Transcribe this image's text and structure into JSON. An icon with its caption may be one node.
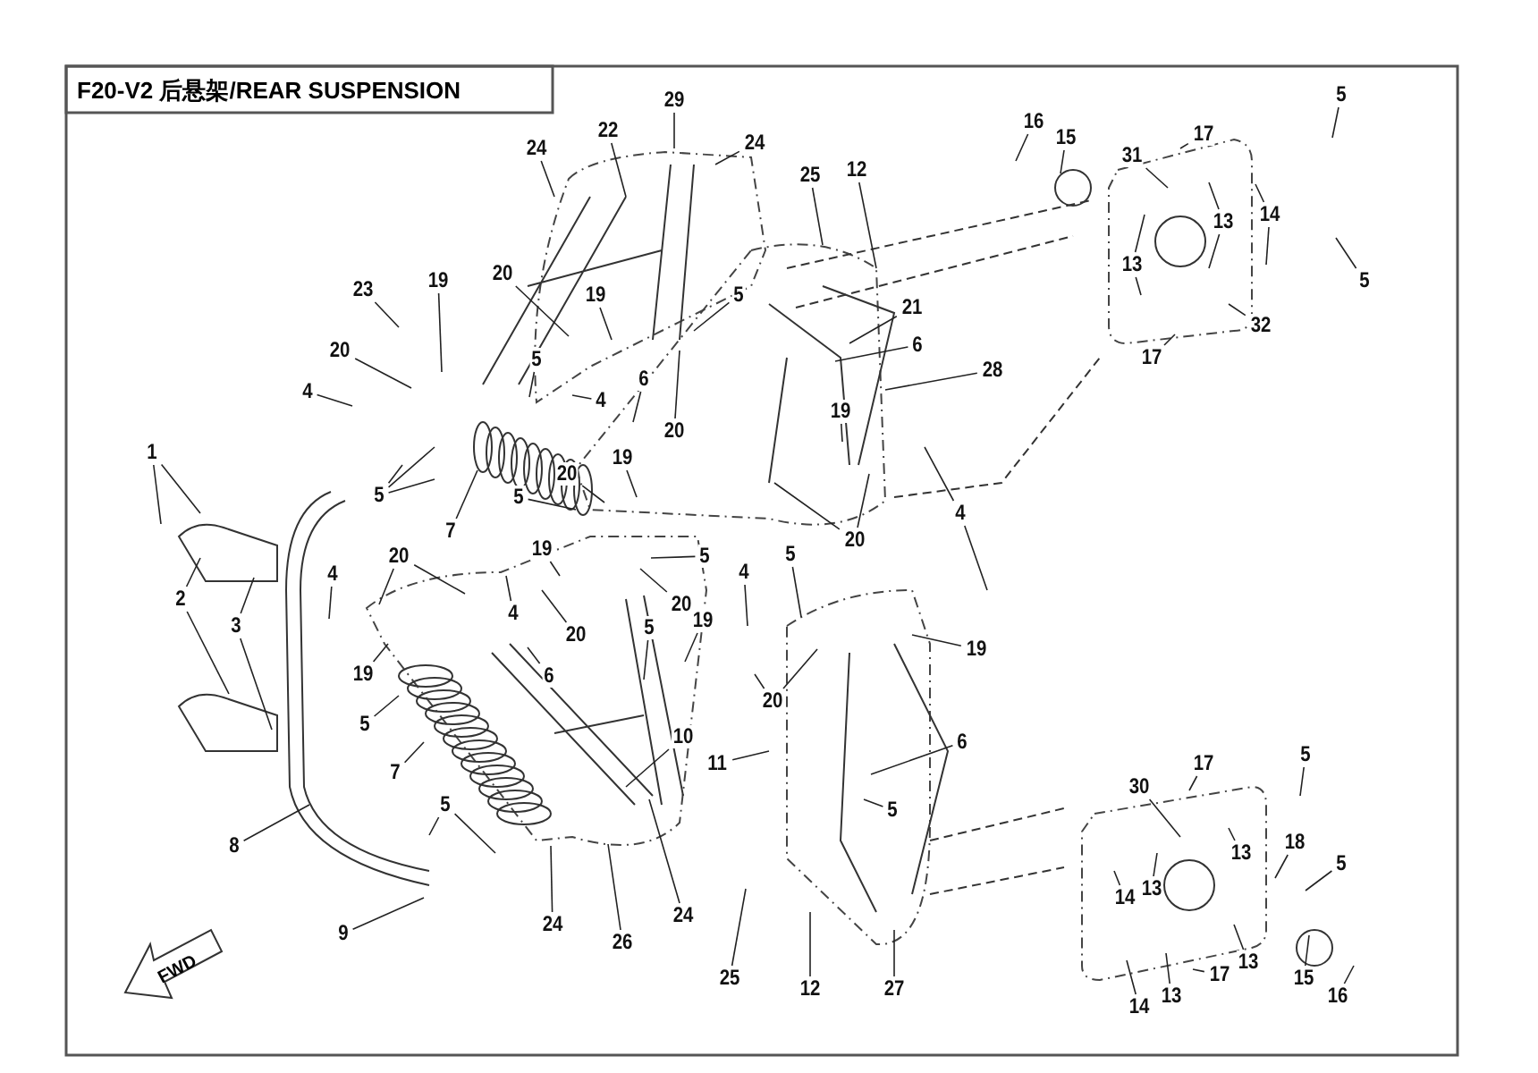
{
  "diagram": {
    "title": "F20-V2 后悬架/REAR SUSPENSION",
    "nodes": [
      {
        "text": [
          "29"
        ]
      },
      {
        "text": [
          "22"
        ]
      },
      {
        "text": [
          "24"
        ]
      },
      {
        "text": [
          "24"
        ]
      },
      {
        "text": [
          "25"
        ]
      },
      {
        "text": [
          "12"
        ]
      },
      {
        "text": [
          "16"
        ]
      },
      {
        "text": [
          "15"
        ]
      },
      {
        "text": [
          "31"
        ]
      },
      {
        "text": [
          "17"
        ]
      },
      {
        "text": [
          "5"
        ]
      },
      {
        "text": [
          "14"
        ]
      },
      {
        "text": [
          "13"
        ]
      },
      {
        "text": [
          "13"
        ]
      },
      {
        "text": [
          "5"
        ]
      },
      {
        "text": [
          "32"
        ]
      },
      {
        "text": [
          "17"
        ]
      },
      {
        "text": [
          "23"
        ]
      },
      {
        "text": [
          "19"
        ]
      },
      {
        "text": [
          "20"
        ]
      },
      {
        "text": [
          "19"
        ]
      },
      {
        "text": [
          "5"
        ]
      },
      {
        "text": [
          "21"
        ]
      },
      {
        "text": [
          "6"
        ]
      },
      {
        "text": [
          "20"
        ]
      },
      {
        "text": [
          "5"
        ]
      },
      {
        "text": [
          "4"
        ]
      },
      {
        "text": [
          "4"
        ]
      },
      {
        "text": [
          "6"
        ]
      },
      {
        "text": [
          "28"
        ]
      },
      {
        "text": [
          "20"
        ]
      },
      {
        "text": [
          "19"
        ]
      },
      {
        "text": [
          "1"
        ]
      },
      {
        "text": [
          "19"
        ]
      },
      {
        "text": [
          "20"
        ]
      },
      {
        "text": [
          "5"
        ]
      },
      {
        "text": [
          "5"
        ]
      },
      {
        "text": [
          "4"
        ]
      },
      {
        "text": [
          "7"
        ]
      },
      {
        "text": [
          "19"
        ]
      },
      {
        "text": [
          "20"
        ]
      },
      {
        "text": [
          "2"
        ]
      },
      {
        "text": [
          "3"
        ]
      },
      {
        "text": [
          "20"
        ]
      },
      {
        "text": [
          "5"
        ]
      },
      {
        "text": [
          "5"
        ]
      },
      {
        "text": [
          "4"
        ]
      },
      {
        "text": [
          "4"
        ]
      },
      {
        "text": [
          "20"
        ]
      },
      {
        "text": [
          "20"
        ]
      },
      {
        "text": [
          "4"
        ]
      },
      {
        "text": [
          "5"
        ]
      },
      {
        "text": [
          "19"
        ]
      },
      {
        "text": [
          "20"
        ]
      },
      {
        "text": [
          "19"
        ]
      },
      {
        "text": [
          "19"
        ]
      },
      {
        "text": [
          "6"
        ]
      },
      {
        "text": [
          "5"
        ]
      },
      {
        "text": [
          "10"
        ]
      },
      {
        "text": [
          "6"
        ]
      },
      {
        "text": [
          "11"
        ]
      },
      {
        "text": [
          "7"
        ]
      },
      {
        "text": [
          "17"
        ]
      },
      {
        "text": [
          "30"
        ]
      },
      {
        "text": [
          "5"
        ]
      },
      {
        "text": [
          "5"
        ]
      },
      {
        "text": [
          "5"
        ]
      },
      {
        "text": [
          "18"
        ]
      },
      {
        "text": [
          "8"
        ]
      },
      {
        "text": [
          "13"
        ]
      },
      {
        "text": [
          "5"
        ]
      },
      {
        "text": [
          "13"
        ]
      },
      {
        "text": [
          "14"
        ]
      },
      {
        "text": [
          "24"
        ]
      },
      {
        "text": [
          "24"
        ]
      },
      {
        "text": [
          "9"
        ]
      },
      {
        "text": [
          "26"
        ]
      },
      {
        "text": [
          "13"
        ]
      },
      {
        "text": [
          "17"
        ]
      },
      {
        "text": [
          "25"
        ]
      },
      {
        "text": [
          "15"
        ]
      },
      {
        "text": [
          "12"
        ]
      },
      {
        "text": [
          "27"
        ]
      },
      {
        "text": [
          "13"
        ]
      },
      {
        "text": [
          "16"
        ]
      },
      {
        "text": [
          "14"
        ]
      }
    ],
    "edges": [
      {
        "from": 0,
        "to": null,
        "arrow": "none"
      },
      {
        "from": 1,
        "to": null,
        "arrow": "none"
      },
      {
        "from": 2,
        "to": null,
        "arrow": "none"
      },
      {
        "from": 3,
        "to": null,
        "arrow": "none"
      },
      {
        "from": 4,
        "to": null,
        "arrow": "none"
      },
      {
        "from": 5,
        "to": null,
        "arrow": "none"
      },
      {
        "from": 6,
        "to": null,
        "arrow": "none"
      },
      {
        "from": 7,
        "to": null,
        "arrow": "none"
      },
      {
        "from": 8,
        "to": null,
        "arrow": "none"
      },
      {
        "from": 9,
        "to": null,
        "arrow": "none"
      },
      {
        "from": 10,
        "to": null,
        "arrow": "none"
      },
      {
        "from": 11,
        "to": null,
        "arrow": "none"
      },
      {
        "from": 11,
        "to": null,
        "arrow": "none"
      },
      {
        "from": 12,
        "to": null,
        "arrow": "none"
      },
      {
        "from": 12,
        "to": null,
        "arrow": "none"
      },
      {
        "from": 13,
        "to": null,
        "arrow": "none"
      },
      {
        "from": 13,
        "to": null,
        "arrow": "none"
      },
      {
        "from": 14,
        "to": null,
        "arrow": "none"
      },
      {
        "from": 15,
        "to": null,
        "arrow": "none"
      },
      {
        "from": 16,
        "to": null,
        "arrow": "none"
      },
      {
        "from": 17,
        "to": null,
        "arrow": "none"
      },
      {
        "from": 18,
        "to": null,
        "arrow": "none"
      },
      {
        "from": 19,
        "to": null,
        "arrow": "none"
      },
      {
        "from": 20,
        "to": null,
        "arrow": "none"
      },
      {
        "from": 21,
        "to": null,
        "arrow": "none"
      },
      {
        "from": 22,
        "to": null,
        "arrow": "none"
      },
      {
        "from": 23,
        "to": null,
        "arrow": "none"
      },
      {
        "from": 24,
        "to": null,
        "arrow": "none"
      },
      {
        "from": 25,
        "to": null,
        "arrow": "none"
      },
      {
        "from": 26,
        "to": null,
        "arrow": "none"
      },
      {
        "from": 27,
        "to": null,
        "arrow": "none"
      },
      {
        "from": 28,
        "to": null,
        "arrow": "none"
      },
      {
        "from": 29,
        "to": null,
        "arrow": "none"
      },
      {
        "from": 30,
        "to": null,
        "arrow": "none"
      },
      {
        "from": 31,
        "to": null,
        "arrow": "none"
      },
      {
        "from": 32,
        "to": null,
        "arrow": "none"
      },
      {
        "from": 32,
        "to": null,
        "arrow": "none"
      },
      {
        "from": 33,
        "to": null,
        "arrow": "none"
      },
      {
        "from": 34,
        "to": null,
        "arrow": "none"
      },
      {
        "from": 35,
        "to": null,
        "arrow": "none"
      },
      {
        "from": 35,
        "to": null,
        "arrow": "none"
      },
      {
        "from": 35,
        "to": null,
        "arrow": "none"
      },
      {
        "from": 36,
        "to": null,
        "arrow": "none"
      },
      {
        "from": 37,
        "to": null,
        "arrow": "none"
      },
      {
        "from": 37,
        "to": null,
        "arrow": "none"
      },
      {
        "from": 38,
        "to": null,
        "arrow": "none"
      },
      {
        "from": 39,
        "to": null,
        "arrow": "none"
      },
      {
        "from": 40,
        "to": null,
        "arrow": "none"
      },
      {
        "from": 40,
        "to": null,
        "arrow": "none"
      },
      {
        "from": 41,
        "to": null,
        "arrow": "none"
      },
      {
        "from": 41,
        "to": null,
        "arrow": "none"
      },
      {
        "from": 42,
        "to": null,
        "arrow": "none"
      },
      {
        "from": 42,
        "to": null,
        "arrow": "none"
      },
      {
        "from": 43,
        "to": null,
        "arrow": "none"
      },
      {
        "from": 43,
        "to": null,
        "arrow": "none"
      },
      {
        "from": 44,
        "to": null,
        "arrow": "none"
      },
      {
        "from": 45,
        "to": null,
        "arrow": "none"
      },
      {
        "from": 46,
        "to": null,
        "arrow": "none"
      },
      {
        "from": 47,
        "to": null,
        "arrow": "none"
      },
      {
        "from": 48,
        "to": null,
        "arrow": "none"
      },
      {
        "from": 49,
        "to": null,
        "arrow": "none"
      },
      {
        "from": 50,
        "to": null,
        "arrow": "none"
      },
      {
        "from": 51,
        "to": null,
        "arrow": "none"
      },
      {
        "from": 52,
        "to": null,
        "arrow": "none"
      },
      {
        "from": 53,
        "to": null,
        "arrow": "none"
      },
      {
        "from": 53,
        "to": null,
        "arrow": "none"
      },
      {
        "from": 54,
        "to": null,
        "arrow": "none"
      },
      {
        "from": 55,
        "to": null,
        "arrow": "none"
      },
      {
        "from": 56,
        "to": null,
        "arrow": "none"
      },
      {
        "from": 57,
        "to": null,
        "arrow": "none"
      },
      {
        "from": 58,
        "to": null,
        "arrow": "none"
      },
      {
        "from": 59,
        "to": null,
        "arrow": "none"
      },
      {
        "from": 60,
        "to": null,
        "arrow": "none"
      },
      {
        "from": 61,
        "to": null,
        "arrow": "none"
      },
      {
        "from": 62,
        "to": null,
        "arrow": "none"
      },
      {
        "from": 63,
        "to": null,
        "arrow": "none"
      },
      {
        "from": 64,
        "to": null,
        "arrow": "none"
      },
      {
        "from": 65,
        "to": null,
        "arrow": "none"
      },
      {
        "from": 65,
        "to": null,
        "arrow": "none"
      },
      {
        "from": 66,
        "to": null,
        "arrow": "none"
      },
      {
        "from": 67,
        "to": null,
        "arrow": "none"
      },
      {
        "from": 68,
        "to": null,
        "arrow": "none"
      },
      {
        "from": 69,
        "to": null,
        "arrow": "none"
      },
      {
        "from": 70,
        "to": null,
        "arrow": "none"
      },
      {
        "from": 71,
        "to": null,
        "arrow": "none"
      },
      {
        "from": 72,
        "to": null,
        "arrow": "none"
      },
      {
        "from": 73,
        "to": null,
        "arrow": "none"
      },
      {
        "from": 74,
        "to": null,
        "arrow": "none"
      },
      {
        "from": 75,
        "to": null,
        "arrow": "none"
      },
      {
        "from": 76,
        "to": null,
        "arrow": "none"
      },
      {
        "from": 77,
        "to": null,
        "arrow": "none"
      },
      {
        "from": 78,
        "to": null,
        "arrow": "none"
      },
      {
        "from": 79,
        "to": null,
        "arrow": "none"
      },
      {
        "from": 80,
        "to": null,
        "arrow": "none"
      },
      {
        "from": 81,
        "to": null,
        "arrow": "none"
      },
      {
        "from": 82,
        "to": null,
        "arrow": "none"
      },
      {
        "from": 83,
        "to": null,
        "arrow": "none"
      },
      {
        "from": 84,
        "to": null,
        "arrow": "none"
      },
      {
        "from": 85,
        "to": null,
        "arrow": "none"
      }
    ],
    "labels": [
      "FWD"
    ]
  }
}
